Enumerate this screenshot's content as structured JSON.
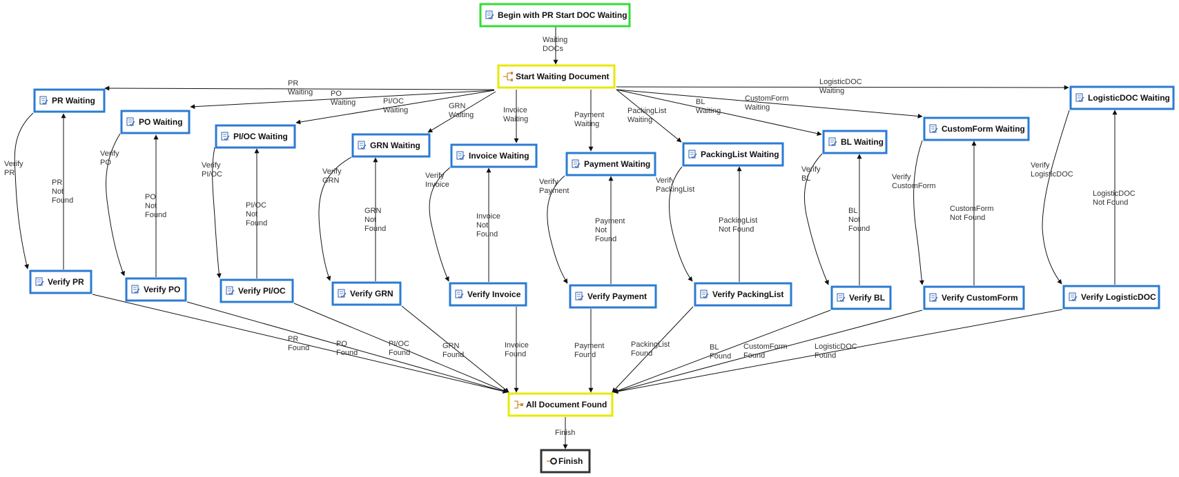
{
  "colors": {
    "start_border": "#33dd33",
    "gateway_border": "#e8e800",
    "task_border": "#2a7bd3",
    "end_border": "#333333",
    "task_icon": "#2a5fb0",
    "gateway_icon": "#d4892a"
  },
  "nodes": {
    "start": {
      "label": "Begin with PR Start DOC Waiting",
      "icon": "task-doc-icon"
    },
    "start_waiting": {
      "label": "Start Waiting Document",
      "icon": "split-gateway-icon"
    },
    "all_found": {
      "label": "All Document Found",
      "icon": "merge-gateway-icon"
    },
    "finish": {
      "label": "Finish",
      "icon": "end-event-icon"
    },
    "pr_waiting": {
      "label": "PR Waiting",
      "icon": "task-doc-icon"
    },
    "po_waiting": {
      "label": "PO Waiting",
      "icon": "task-doc-icon"
    },
    "pioc_waiting": {
      "label": "PI/OC Waiting",
      "icon": "task-doc-icon"
    },
    "grn_waiting": {
      "label": "GRN Waiting",
      "icon": "task-doc-icon"
    },
    "invoice_waiting": {
      "label": "Invoice Waiting",
      "icon": "task-doc-icon"
    },
    "payment_waiting": {
      "label": "Payment Waiting",
      "icon": "task-doc-icon"
    },
    "packinglist_waiting": {
      "label": "PackingList Waiting",
      "icon": "task-doc-icon"
    },
    "bl_waiting": {
      "label": "BL Waiting",
      "icon": "task-doc-icon"
    },
    "customform_waiting": {
      "label": "CustomForm Waiting",
      "icon": "task-doc-icon"
    },
    "logisticdoc_waiting": {
      "label": "LogisticDOC Waiting",
      "icon": "task-doc-icon"
    },
    "verify_pr": {
      "label": "Verify PR",
      "icon": "task-doc-icon"
    },
    "verify_po": {
      "label": "Verify PO",
      "icon": "task-doc-icon"
    },
    "verify_pioc": {
      "label": "Verify PI/OC",
      "icon": "task-doc-icon"
    },
    "verify_grn": {
      "label": "Verify GRN",
      "icon": "task-doc-icon"
    },
    "verify_invoice": {
      "label": "Verify Invoice",
      "icon": "task-doc-icon"
    },
    "verify_payment": {
      "label": "Verify Payment",
      "icon": "task-doc-icon"
    },
    "verify_packinglist": {
      "label": "Verify PackingList",
      "icon": "task-doc-icon"
    },
    "verify_bl": {
      "label": "Verify BL",
      "icon": "task-doc-icon"
    },
    "verify_customform": {
      "label": "Verify CustomForm",
      "icon": "task-doc-icon"
    },
    "verify_logisticdoc": {
      "label": "Verify LogisticDOC",
      "icon": "task-doc-icon"
    }
  },
  "edges": {
    "waiting_docs": [
      "Waiting",
      "DOCs"
    ],
    "pr_waiting": [
      "PR",
      "Waiting"
    ],
    "po_waiting": [
      "PO",
      "Waiting"
    ],
    "pioc_waiting": [
      "PI/OC",
      "Waiting"
    ],
    "grn_waiting": [
      "GRN",
      "Waiting"
    ],
    "invoice_waiting": [
      "Invoice",
      "Waiting"
    ],
    "payment_waiting": [
      "Payment",
      "Waiting"
    ],
    "packinglist_waiting": [
      "PackingList",
      "Waiting"
    ],
    "bl_waiting": [
      "BL",
      "Waiting"
    ],
    "customform_waiting": [
      "CustomForm",
      "Waiting"
    ],
    "logisticdoc_waiting": [
      "LogisticDOC",
      "Waiting"
    ],
    "verify_pr": [
      "Verify",
      "PR"
    ],
    "verify_po": [
      "Verify",
      "PO"
    ],
    "verify_pioc": [
      "Verify",
      "PI/OC"
    ],
    "verify_grn": [
      "Verify",
      "GRN"
    ],
    "verify_invoice": [
      "Verify",
      "Invoice"
    ],
    "verify_payment": [
      "Verify",
      "Payment"
    ],
    "verify_packinglist": [
      "Verify",
      "PackingList"
    ],
    "verify_bl": [
      "Verify",
      "BL"
    ],
    "verify_customform": [
      "Verify",
      "CustomForm"
    ],
    "verify_logisticdoc": [
      "Verify",
      "LogisticDOC"
    ],
    "pr_not_found": [
      "PR",
      "Not",
      "Found"
    ],
    "po_not_found": [
      "PO",
      "Not",
      "Found"
    ],
    "pioc_not_found": [
      "PI/OC",
      "Not",
      "Found"
    ],
    "grn_not_found": [
      "GRN",
      "Not",
      "Found"
    ],
    "invoice_not_found": [
      "Invoice",
      "Not",
      "Found"
    ],
    "payment_not_found": [
      "Payment",
      "Not",
      "Found"
    ],
    "packinglist_not_found": [
      "PackingList",
      "Not Found"
    ],
    "bl_not_found": [
      "BL",
      "Not",
      "Found"
    ],
    "customform_not_found": [
      "CustomForm",
      "Not Found"
    ],
    "logisticdoc_not_found": [
      "LogisticDOC",
      "Not Found"
    ],
    "pr_found": [
      "PR",
      "Found"
    ],
    "po_found": [
      "PO",
      "Found"
    ],
    "pioc_found": [
      "PI/OC",
      "Found"
    ],
    "grn_found": [
      "GRN",
      "Found"
    ],
    "invoice_found": [
      "Invoice",
      "Found"
    ],
    "payment_found": [
      "Payment",
      "Found"
    ],
    "packinglist_found": [
      "PackingList",
      "Found"
    ],
    "bl_found": [
      "BL",
      "Found"
    ],
    "customform_found": [
      "CustomForm",
      "Found"
    ],
    "logisticdoc_found": [
      "LogisticDOC",
      "Found"
    ],
    "finish": [
      "Finish"
    ]
  }
}
